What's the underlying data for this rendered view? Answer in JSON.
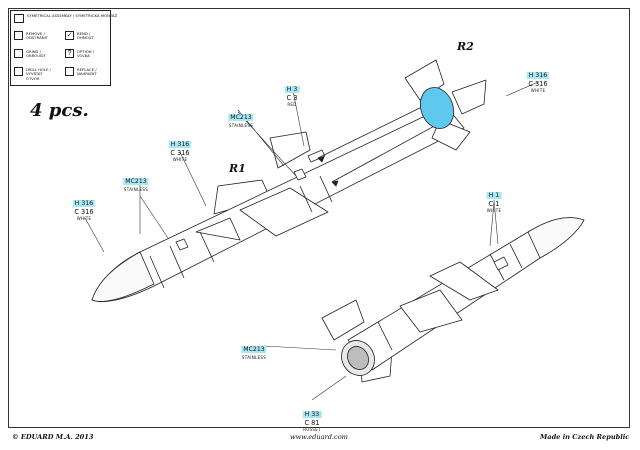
{
  "legend": {
    "rows": [
      {
        "icon": "",
        "text": "Symetrical assembly / Symetrická montáž"
      },
      {
        "icon": "",
        "text": "Remove / Odstranit"
      },
      {
        "icon": "✓",
        "text": "Bend / Ohnout"
      },
      {
        "icon": "",
        "text": "Grind / Obroušit"
      },
      {
        "icon": "?",
        "text": "Option / Volba"
      },
      {
        "icon": "",
        "text": "Drill hole / Vyvrtat otvor"
      },
      {
        "icon": "",
        "text": "Replace / Nahradit"
      }
    ]
  },
  "quantity": "4 pcs.",
  "parts": {
    "r1": "R1",
    "r2": "R2"
  },
  "callouts": [
    {
      "id": "top-left-white",
      "code": "H 316",
      "num": "C 316",
      "name": "WHITE"
    },
    {
      "id": "mc213-a",
      "code": "MC213",
      "num": "",
      "name": "STAINLESS"
    },
    {
      "id": "h316-mid",
      "code": "H 316",
      "num": "C 316",
      "name": "WHITE"
    },
    {
      "id": "mc213-b",
      "code": "MC213",
      "num": "",
      "name": "STAINLESS"
    },
    {
      "id": "h3-red",
      "code": "H 3",
      "num": "C 3",
      "name": "RED"
    },
    {
      "id": "h316-right",
      "code": "H 316",
      "num": "C 316",
      "name": "WHITE"
    },
    {
      "id": "h1-white",
      "code": "H 1",
      "num": "C 1",
      "name": "WHITE"
    },
    {
      "id": "mc213-c",
      "code": "MC213",
      "num": "",
      "name": "STAINLESS"
    },
    {
      "id": "h33-russet",
      "code": "H 33",
      "num": "C 81",
      "name": "RUSSET"
    }
  ],
  "footer": {
    "copyright": "© EDUARD M.A. 2013",
    "website": "www.eduard.com",
    "origin": "Made in Czech Republic"
  },
  "colors": {
    "callout_bg": "#a9e7f5",
    "highlight": "#5ec8ef",
    "line": "#222222"
  }
}
